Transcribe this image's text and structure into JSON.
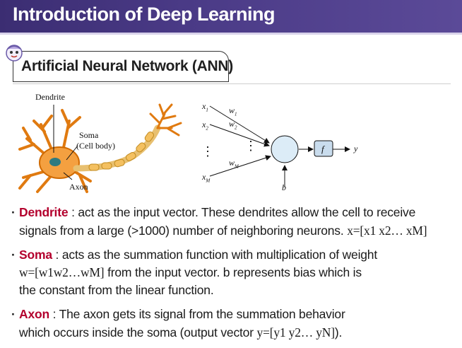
{
  "header": {
    "title": "Introduction of Deep Learning"
  },
  "section": {
    "title": "Artificial Neural Network (ANN)"
  },
  "neuron_figure": {
    "dendrite_label": "Dendrite",
    "soma_label": "Soma",
    "soma_sublabel": "(Cell body)",
    "axon_label": "Axon"
  },
  "model_figure": {
    "x1": "x",
    "x1_sub": "1",
    "x2": "x",
    "x2_sub": "2",
    "xM": "x",
    "xM_sub": "M",
    "w1": "w",
    "w1_sub": "1",
    "w2": "w",
    "w2_sub": "2",
    "wM": "w",
    "wM_sub": "M",
    "f": "f",
    "y": "y",
    "b": "b",
    "dots": "⋮"
  },
  "bullets": [
    {
      "term": "Dendrite",
      "line1": ": act as the input vector. These dendrites allow the cell to receive",
      "line2a": "signals from a large (>1000) number of neighboring neurons. ",
      "line2b": "x=[x1 x2… xM]"
    },
    {
      "term": "Soma",
      "line1": ": acts as the summation function with multiplication of weight",
      "line2a": "w=[w1w2…wM]",
      "line2b": " from the input vector. b represents bias which is",
      "line3": "the constant from the linear function."
    },
    {
      "term": "Axon",
      "line1": ": The axon gets its signal from the summation behavior",
      "line2a": "which occurs inside the soma (output vector ",
      "line2b": "y=[y1 y2… yN]",
      "line2c": ")."
    }
  ],
  "colors": {
    "header": "#4a3a86",
    "term": "#b3002d",
    "neuron": "#f0902a",
    "node": "#dcecf7",
    "fbox": "#c9dced"
  }
}
